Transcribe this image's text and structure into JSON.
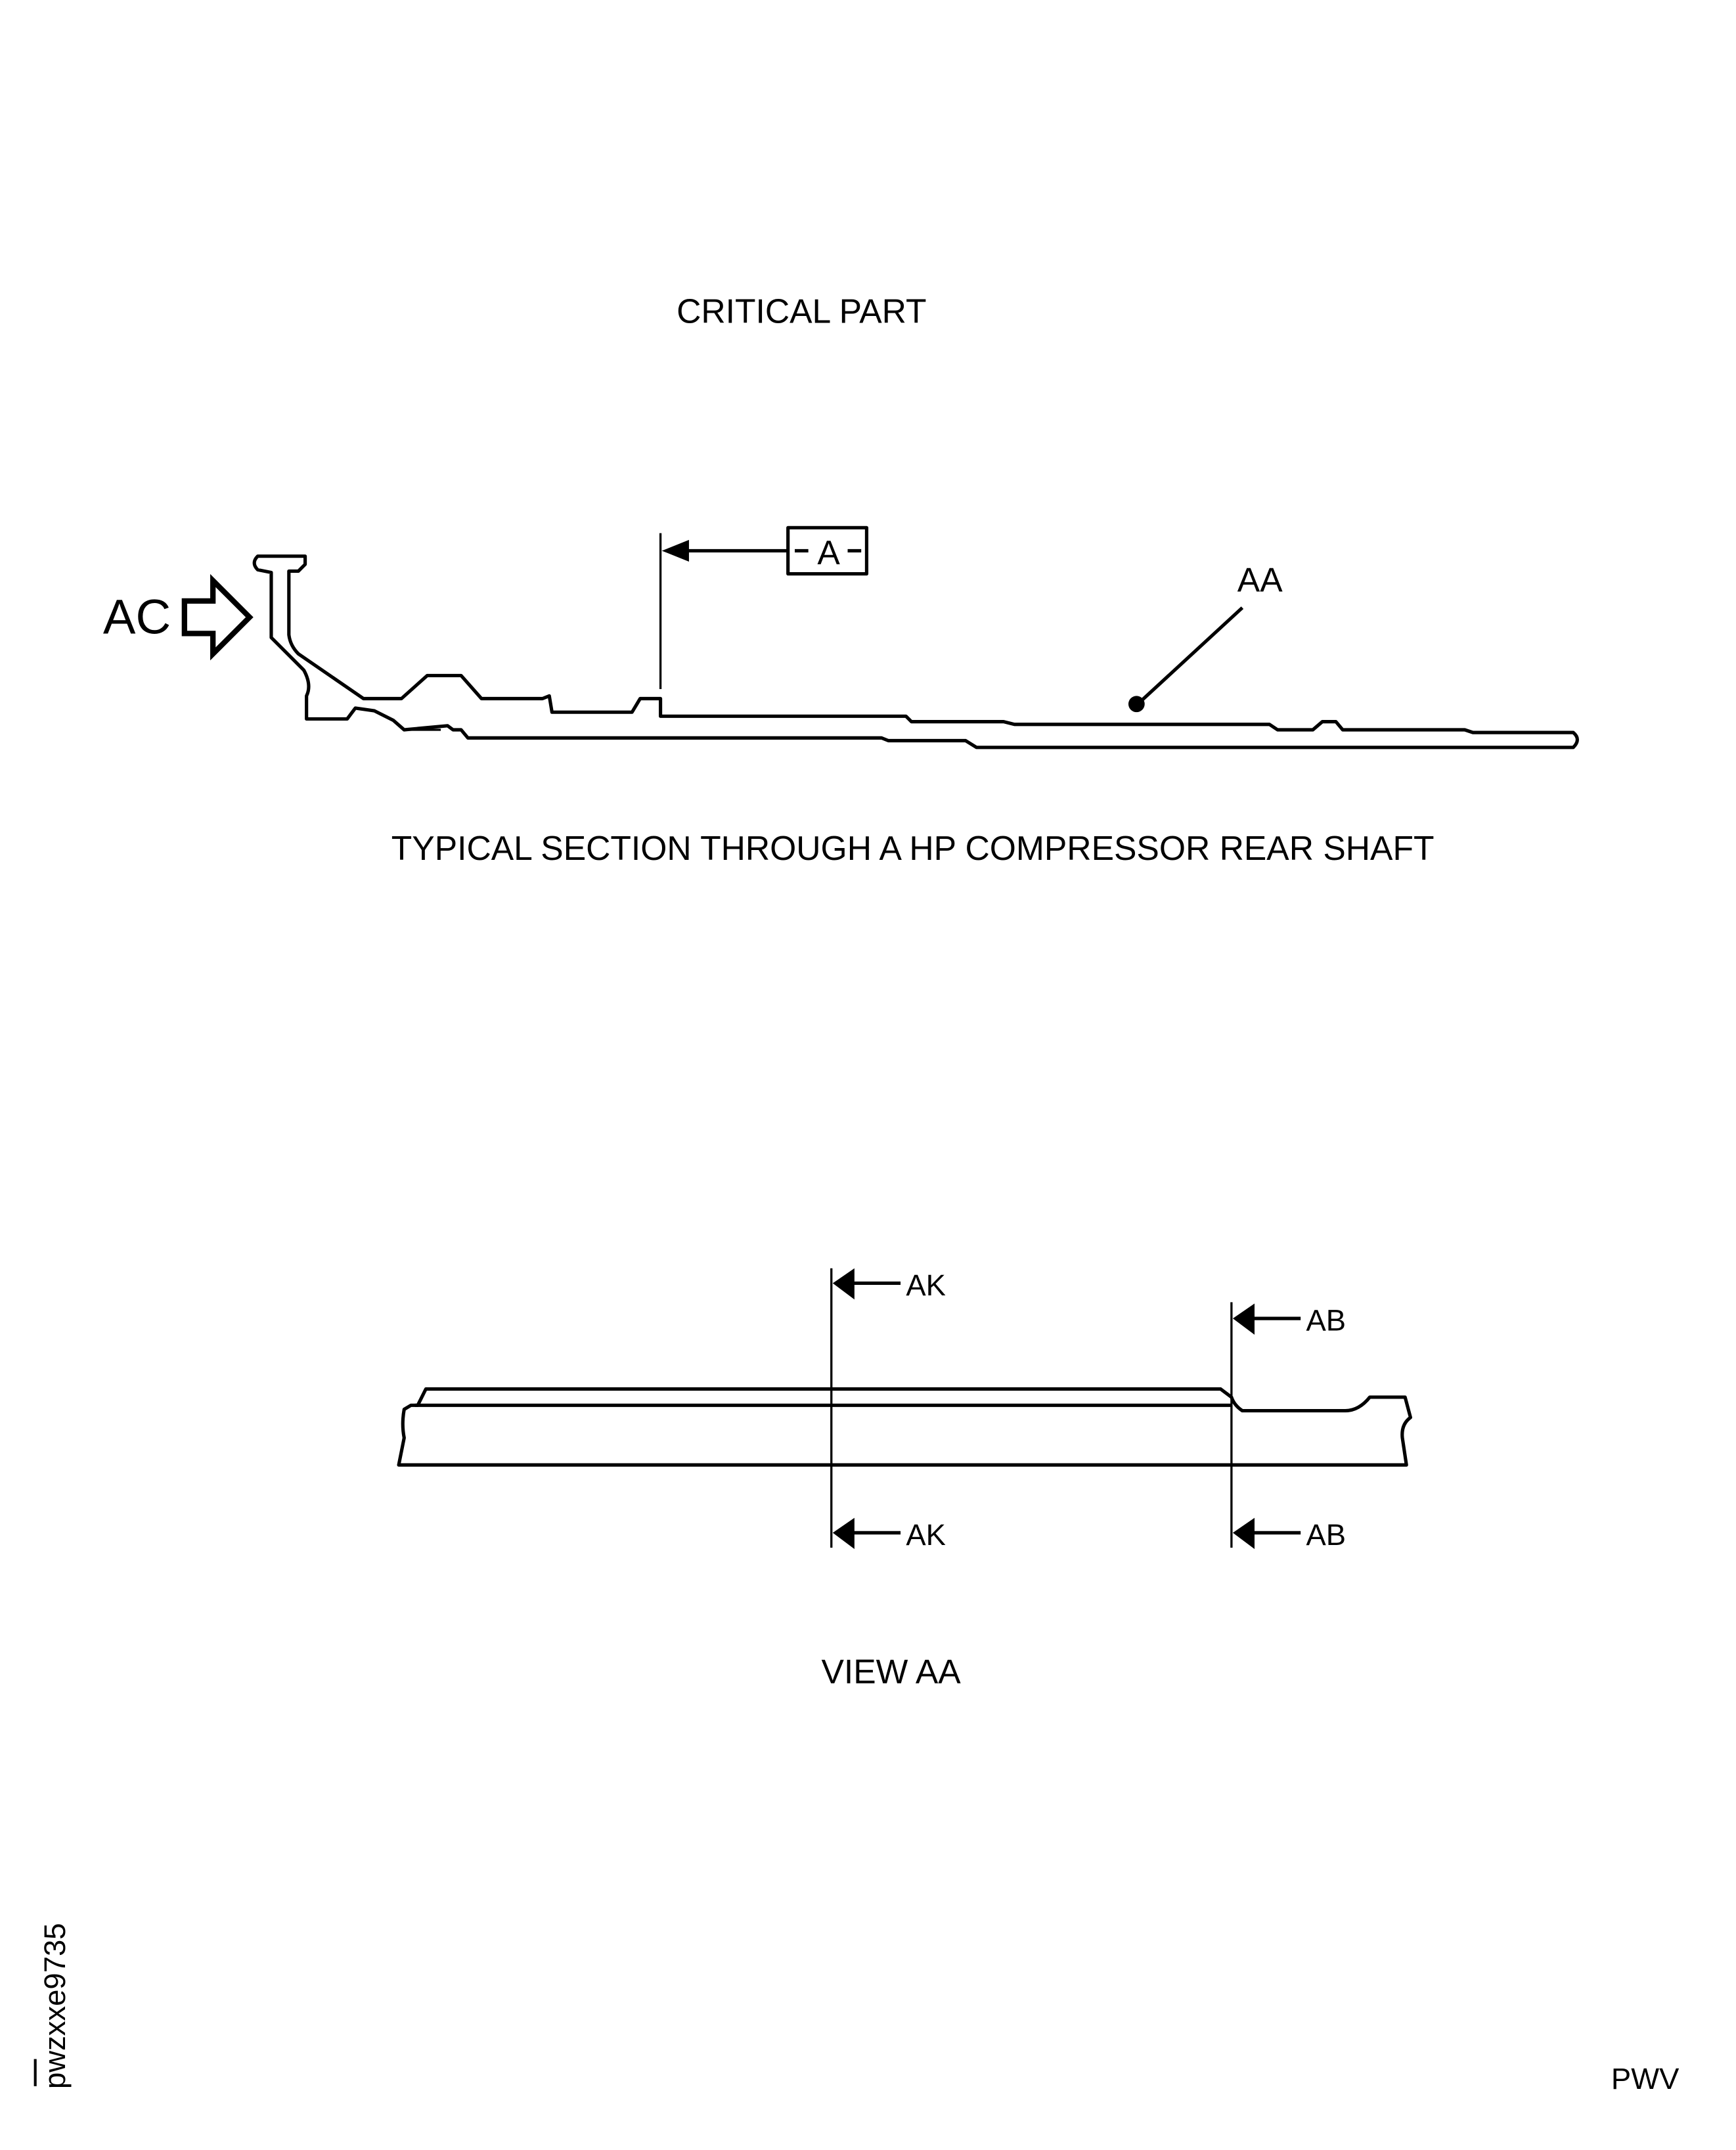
{
  "title": "CRITICAL PART",
  "section": {
    "view_arrow_label": "AC",
    "datum_label": "A",
    "detail_label": "AA",
    "caption": "TYPICAL SECTION THROUGH A HP COMPRESSOR REAR SHAFT"
  },
  "view_aa": {
    "cut_labels": [
      "AK",
      "AB",
      "AK",
      "AB"
    ],
    "caption": "VIEW AA"
  },
  "figure_id": "pwzxxe9735",
  "footer_code": "PWV"
}
